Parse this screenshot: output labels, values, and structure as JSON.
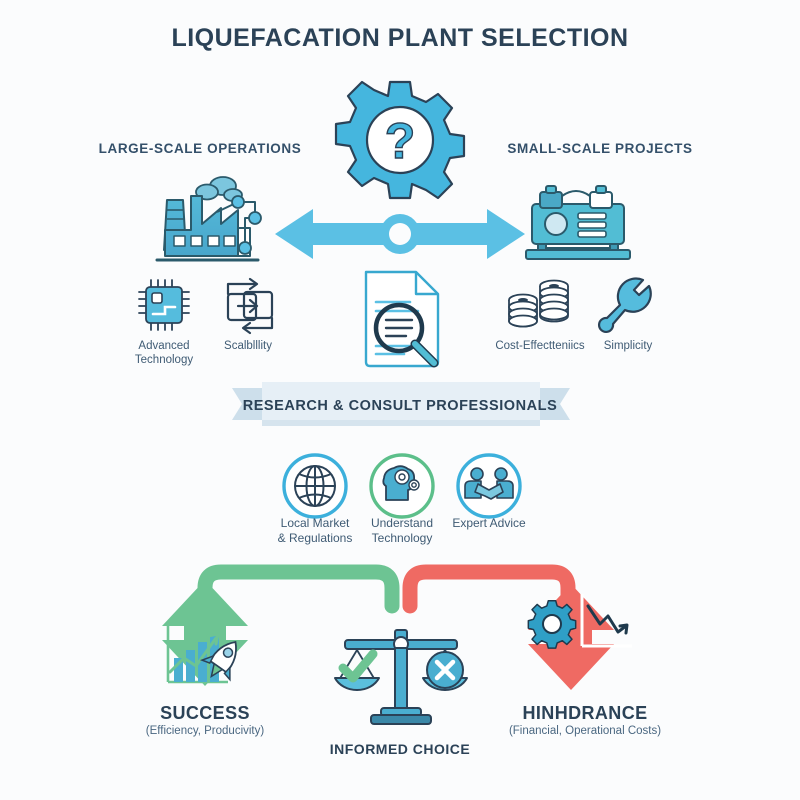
{
  "page": {
    "title": "LIQUEFACATION PLANT SELECTION",
    "background_color": "#fbfcfd",
    "accent_blue": "#3cb0dc",
    "deep_blue": "#2b4257",
    "success_green": "#6dc493",
    "hindrance_red": "#ef6a63"
  },
  "center": {
    "decision_icon": "gear-question-icon",
    "arrow_icon": "double-headed-arrow-icon",
    "document_icon": "document-magnifier-icon"
  },
  "left_column": {
    "heading": "LARGE-SCALE OPERATIONS",
    "icon": "factory-icon",
    "features": [
      {
        "icon": "microchip-icon",
        "label": "Advanced\nTechnology",
        "line1": "Advanced",
        "line2": "Technology"
      },
      {
        "icon": "scalability-arrows-icon",
        "label": "Scalblllity",
        "line1": "Scalblllity",
        "line2": ""
      }
    ]
  },
  "right_column": {
    "heading": "SMALL-SCALE PROJECTS",
    "icon": "compact-machine-icon",
    "features": [
      {
        "icon": "coin-stacks-icon",
        "label": "Cost-Effectteniics",
        "line1": "Cost-Effectteniics",
        "line2": ""
      },
      {
        "icon": "wrench-icon",
        "label": "Simplicity",
        "line1": "Simplicity",
        "line2": ""
      }
    ]
  },
  "banner": {
    "text": "RESEARCH & CONSULT PROFESSIONALS",
    "fill_color": "#e4edf4"
  },
  "research_steps": [
    {
      "icon": "globe-icon",
      "ring_color": "#3cb0dc",
      "line1": "Local Market",
      "line2": "& Regulations"
    },
    {
      "icon": "brain-gears-icon",
      "ring_color": "#5cbf8a",
      "line1": "Understand",
      "line2": "Technology"
    },
    {
      "icon": "handshake-icon",
      "ring_color": "#3cb0dc",
      "line1": "Expert Advice",
      "line2": ""
    }
  ],
  "outcomes": {
    "success": {
      "title": "SUCCESS",
      "subtitle": "(Efficiency, Producivity)",
      "icon": "growth-chart-rocket-icon",
      "arrow": "up-arrow-green",
      "color": "#6dc493"
    },
    "choice": {
      "title": "INFORMED CHOICE",
      "icon": "balance-scale-icon",
      "left_pan_icon": "check-mark-icon",
      "right_pan_icon": "x-circle-icon"
    },
    "hindrance": {
      "title": "HINHDRANCE",
      "subtitle": "(Financial, Operational Costs)",
      "icon": "declining-chart-gear-icon",
      "arrow": "down-arrow-red",
      "color": "#ef6a63"
    }
  }
}
